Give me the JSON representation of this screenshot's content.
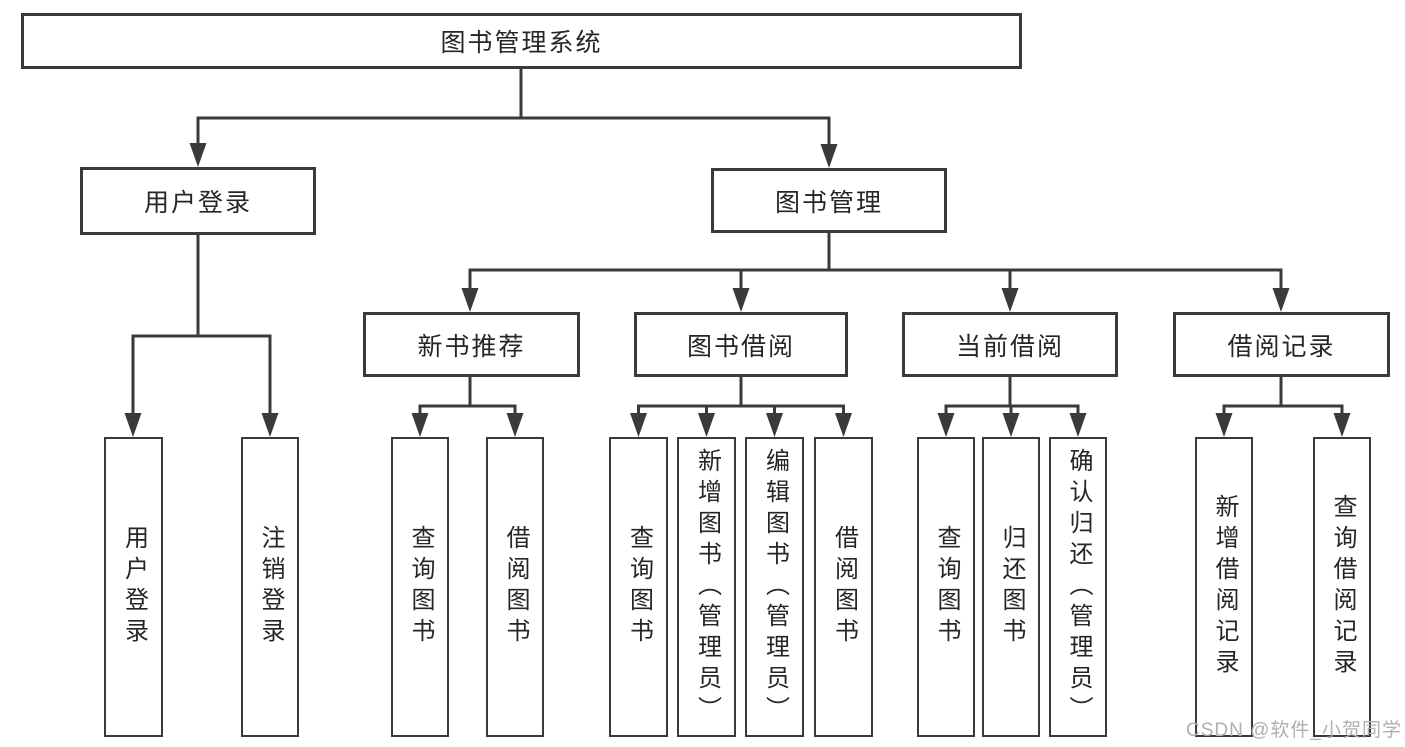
{
  "colors": {
    "line": "#3a3a3a",
    "box_border": "#3a3a3a",
    "text": "#262626",
    "watermark": "#b0b0b0",
    "background": "#ffffff"
  },
  "tree": {
    "label": "图书管理系统",
    "children": [
      {
        "label": "用户登录",
        "children": [
          {
            "label": "用户登录"
          },
          {
            "label": "注销登录"
          }
        ]
      },
      {
        "label": "图书管理",
        "children": [
          {
            "label": "新书推荐",
            "children": [
              {
                "label": "查询图书"
              },
              {
                "label": "借阅图书"
              }
            ]
          },
          {
            "label": "图书借阅",
            "children": [
              {
                "label": "查询图书"
              },
              {
                "label": "新增图书（管理员）"
              },
              {
                "label": "编辑图书（管理员）"
              },
              {
                "label": "借阅图书"
              }
            ]
          },
          {
            "label": "当前借阅",
            "children": [
              {
                "label": "查询图书"
              },
              {
                "label": "归还图书"
              },
              {
                "label": "确认归还（管理员）"
              }
            ]
          },
          {
            "label": "借阅记录",
            "children": [
              {
                "label": "新增借阅记录"
              },
              {
                "label": "查询借阅记录"
              }
            ]
          }
        ]
      }
    ]
  },
  "watermark": {
    "text": "CSDN @软件_小贺同学"
  }
}
